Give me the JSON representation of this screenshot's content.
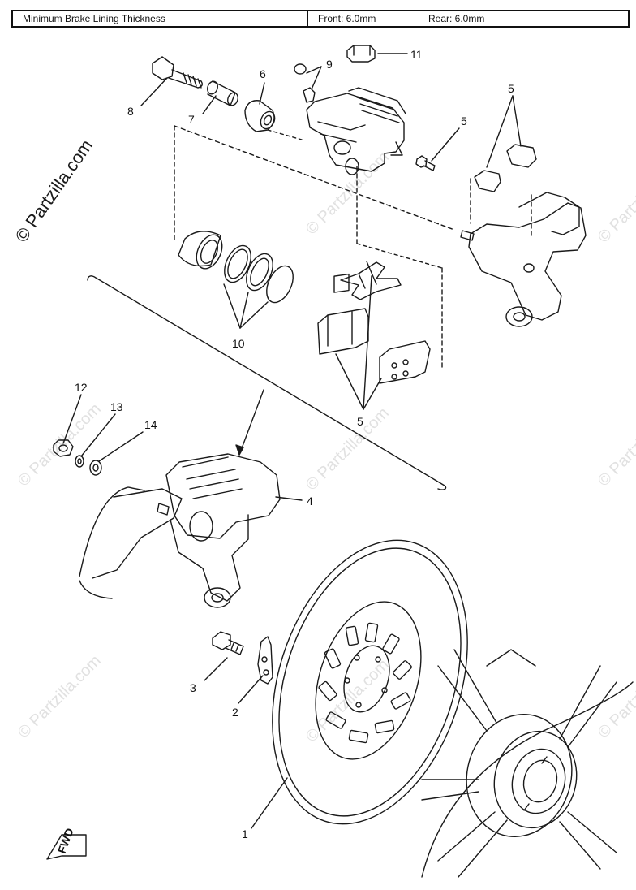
{
  "header": {
    "label": "Minimum Brake Lining Thickness",
    "front": "Front: 6.0mm",
    "rear": "Rear: 6.0mm"
  },
  "watermark": {
    "text": "© Partzilla.com",
    "color": "#c9c9c9"
  },
  "callouts": {
    "c1": "1",
    "c2": "2",
    "c3": "3",
    "c4": "4",
    "c5a": "5",
    "c5b": "5",
    "c5c": "5",
    "c6": "6",
    "c7": "7",
    "c8": "8",
    "c9": "9",
    "c10": "10",
    "c11": "11",
    "c12": "12",
    "c13": "13",
    "c14": "14"
  },
  "fwd_badge": "FWD"
}
